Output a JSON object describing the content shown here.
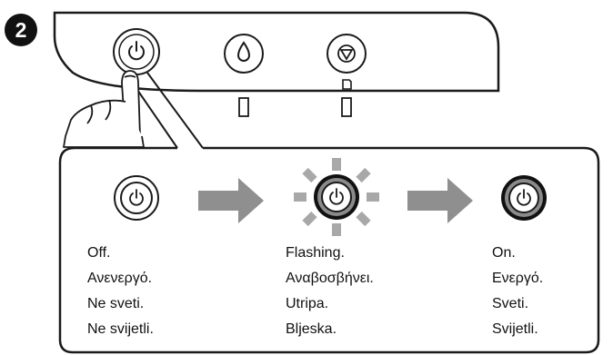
{
  "step": {
    "number": "2"
  },
  "panel": {
    "buttons": [
      {
        "icon": "power-icon"
      },
      {
        "icon": "ink-drop-icon"
      },
      {
        "icon": "stop-icon"
      }
    ]
  },
  "states": [
    {
      "icon": "power-icon",
      "lines": [
        "Off.",
        "Ανενεργό.",
        "Ne sveti.",
        "Ne svijetli."
      ]
    },
    {
      "icon": "power-icon",
      "lines": [
        "Flashing.",
        "Αναβοσβήνει.",
        "Utripa.",
        "Bljeska."
      ]
    },
    {
      "icon": "power-icon",
      "lines": [
        "On.",
        "Ενεργό.",
        "Sveti.",
        "Svijetli."
      ]
    }
  ],
  "colors": {
    "line": "#1a1a1a",
    "gray": "#8a8a8a",
    "arrow": "#8f8f8f"
  }
}
